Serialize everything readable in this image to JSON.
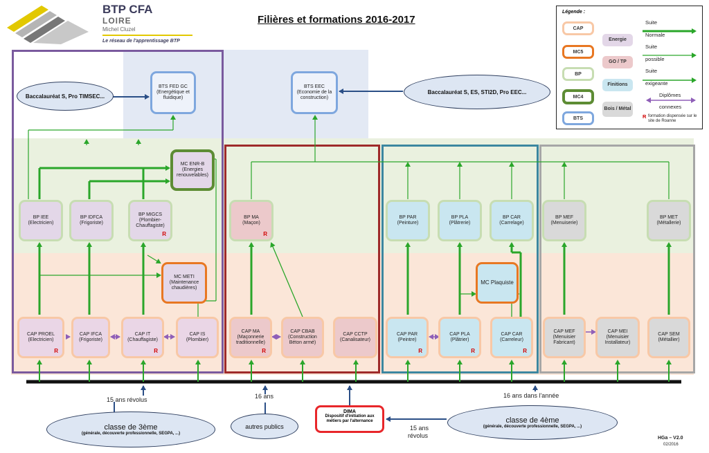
{
  "logo": {
    "name": "BTP CFA",
    "region": "LOIRE",
    "site": "Michel Cluzel",
    "tagline": "Le réseau de l'apprentissage BTP"
  },
  "title": "Filières et formations 2016-2017",
  "legend": {
    "title": "Légende :",
    "levels": [
      "CAP",
      "MC5",
      "BP",
      "MC4",
      "BTS"
    ],
    "domains": [
      "Energie",
      "GO / TP",
      "Finitions",
      "Bois / Métal"
    ],
    "arrows": [
      {
        "line1": "Suite",
        "line2": "Normale",
        "color": "#2aa62a"
      },
      {
        "line1": "Suite",
        "line2": "possible",
        "color": "#2aa62a"
      },
      {
        "line1": "Suite",
        "line2": "exigeante",
        "color": "#2aa62a"
      },
      {
        "line1": "Diplômes",
        "line2": "connexes",
        "color": "#8f5fb8"
      }
    ],
    "r_mark": "R",
    "r_note": "formation dispensée sur le site de Roanne"
  },
  "colors": {
    "energie": "#e3d7e8",
    "go_tp": "#ecc9cb",
    "finitions": "#c9e6f0",
    "bois_metal": "#d9d9d9",
    "cap_border": "#f8c8a6",
    "bp_border": "#c7ddb2",
    "mc5_border": "#e87722",
    "mc4_border": "#5d8c34",
    "bts_border": "#7ea7de",
    "arrow_green": "#2aa62a",
    "arrow_purple": "#8f5fb8",
    "energie_frame": "#7a5a9e",
    "go_frame": "#9e2a2a",
    "fin_frame": "#3c87a0",
    "bois_frame": "#a6a6a6",
    "dima": "#e8262a"
  },
  "ellipses": {
    "bac_left": "Baccalauréat S, Pro TIMSEC...",
    "bac_right": "Baccalauréat S, ES, STI2D, Pro EEC...",
    "classe3_title": "classe de 3ème",
    "classe3_sub": "(générale, découverte professionnelle, SEGPA, ...)",
    "autres": "autres publics",
    "classe4_title": "classe de 4ème",
    "classe4_sub": "(générale, découverte professionnelle, SEGPA, ...)"
  },
  "labels": {
    "l15a": "15 ans révolus",
    "l16": "16 ans",
    "l16b": "16 ans dans l'année",
    "l15b_1": "15 ans",
    "l15b_2": "révolus"
  },
  "dima": {
    "title": "DIMA",
    "text": "Dispositif d'initiation aux métiers par l'alternance"
  },
  "nodes": {
    "bts_fed": {
      "code": "BTS FED GC",
      "desc": "(Energétique et fluidique)"
    },
    "bts_eec": {
      "code": "BTS EEC",
      "desc": "(Economie de la construction)"
    },
    "mc_enrb": {
      "code": "MC ENR-B",
      "desc": "(Energies renouvelables)"
    },
    "bp_iee": {
      "code": "BP IEE",
      "desc": "(Electricien)"
    },
    "bp_idfca": {
      "code": "BP IDFCA",
      "desc": "(Frigoriste)"
    },
    "bp_migcs": {
      "code": "BP MIGCS",
      "desc": "(Plombier-Chauffagiste)"
    },
    "bp_ma": {
      "code": "BP MA",
      "desc": "(Maçon)"
    },
    "bp_par": {
      "code": "BP PAR",
      "desc": "(Peinture)"
    },
    "bp_pla": {
      "code": "BP PLA",
      "desc": "(Plâtrerie)"
    },
    "bp_car": {
      "code": "BP CAR",
      "desc": "(Carrelage)"
    },
    "bp_mef": {
      "code": "BP MEF",
      "desc": "(Menuiserie)"
    },
    "bp_met": {
      "code": "BP MET",
      "desc": "(Métallerie)"
    },
    "mc_meti": {
      "code": "MC METI",
      "desc": "(Maintenance chaudières)"
    },
    "mc_plaquiste": {
      "code": "MC Plaquiste",
      "desc": ""
    },
    "cap_proel": {
      "code": "CAP PROEL",
      "desc": "(Electricien)"
    },
    "cap_ifca": {
      "code": "CAP IFCA",
      "desc": "(Frigoriste)"
    },
    "cap_it": {
      "code": "CAP IT",
      "desc": "(Chauffagiste)"
    },
    "cap_is": {
      "code": "CAP IS",
      "desc": "(Plombier)"
    },
    "cap_ma": {
      "code": "CAP MA",
      "desc": "(Maçonnerie traditionnelle)"
    },
    "cap_cbab": {
      "code": "CAP CBAB",
      "desc": "(Construction Béton armé)"
    },
    "cap_cctp": {
      "code": "CAP CCTP",
      "desc": "(Canalisateur)"
    },
    "cap_par": {
      "code": "CAP PAR",
      "desc": "(Peintre)"
    },
    "cap_pla": {
      "code": "CAP PLA",
      "desc": "(Plâtrier)"
    },
    "cap_car": {
      "code": "CAP CAR",
      "desc": "(Carreleur)"
    },
    "cap_mef": {
      "code": "CAP MEF",
      "desc": "(Menuisier Fabricant)"
    },
    "cap_mei": {
      "code": "CAP MEI",
      "desc": "(Menuisier Installateur)"
    },
    "cap_sem": {
      "code": "CAP SEM",
      "desc": "(Métallier)"
    }
  },
  "r": "R",
  "version": "HGa – V2.0",
  "date": "02/2016"
}
